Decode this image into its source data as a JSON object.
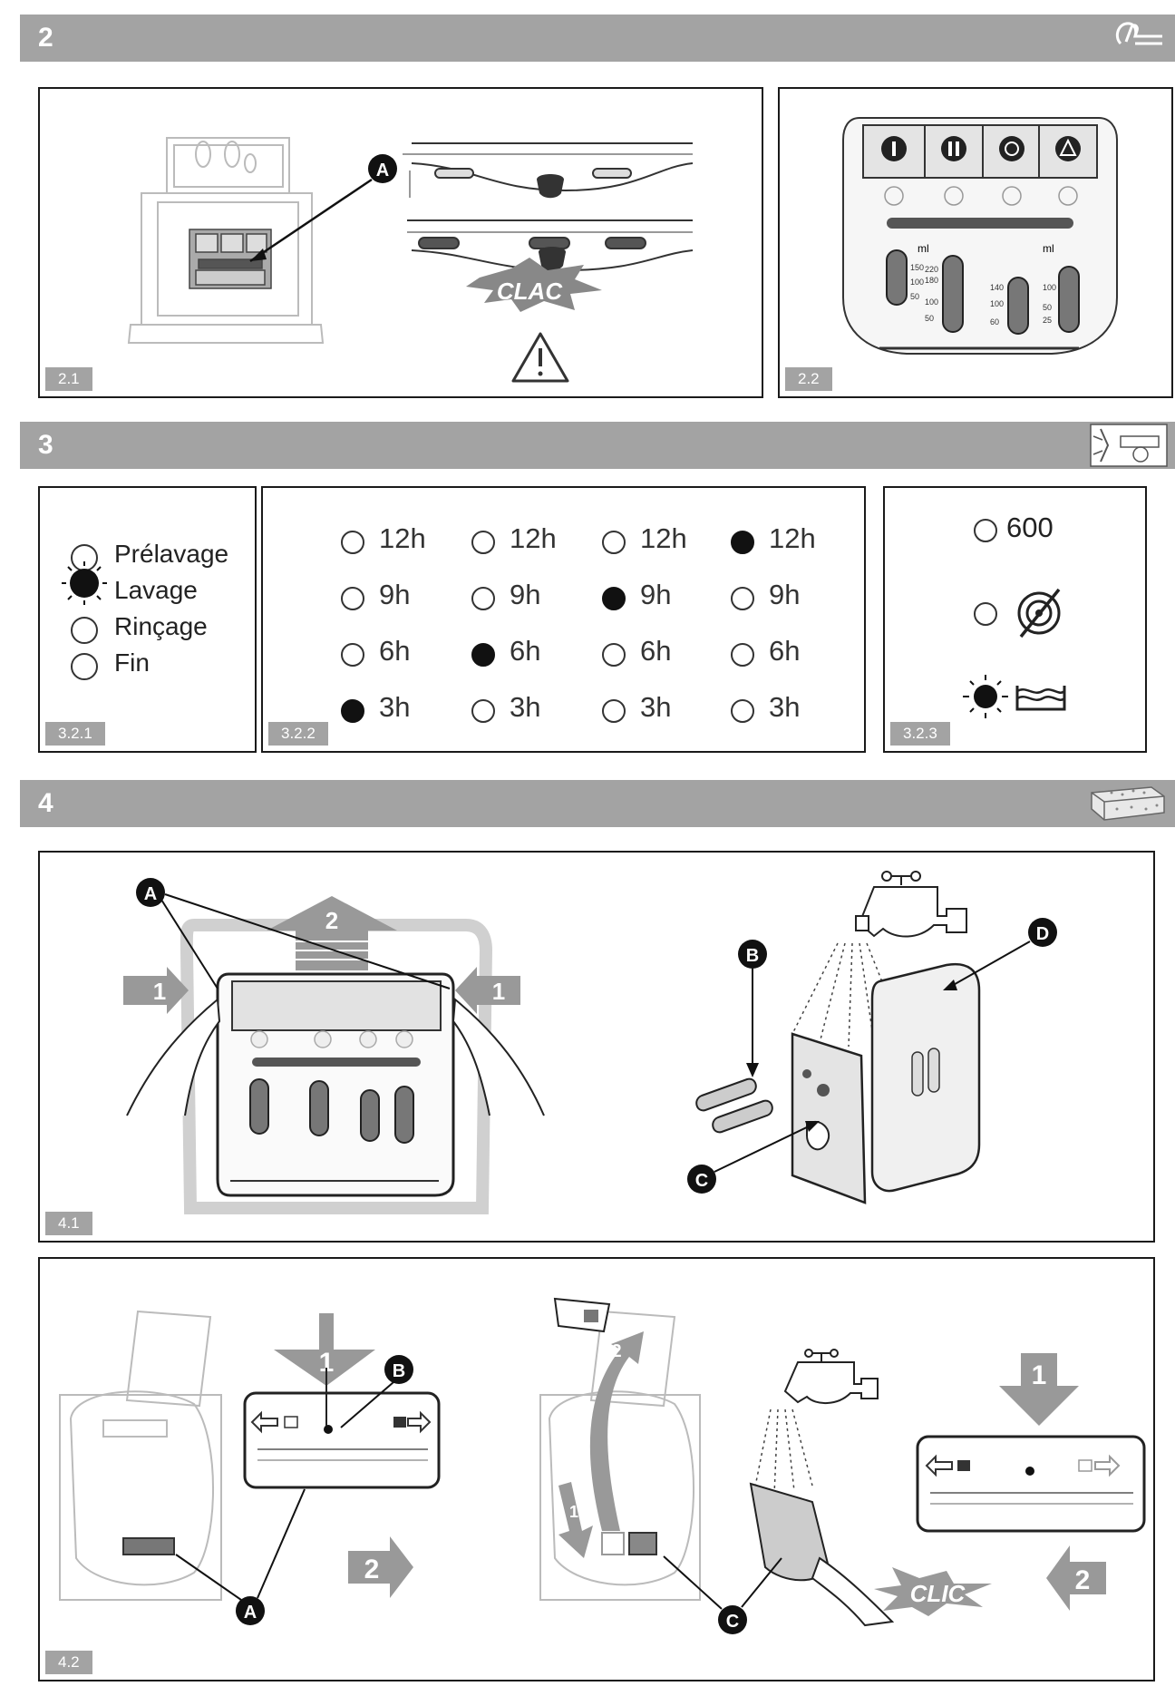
{
  "sections": [
    {
      "number": "2",
      "icon": "hand-pointer-icon"
    },
    {
      "number": "3",
      "icon": "control-panel-light-icon"
    },
    {
      "number": "4",
      "icon": "sponge-icon"
    }
  ],
  "figures": {
    "f21": {
      "tag": "2.1",
      "callout_a": "A",
      "clac": "CLAC"
    },
    "f22": {
      "tag": "2.2",
      "ml_left": "ml",
      "ml_right": "ml",
      "scale_left_a": [
        "150",
        "100",
        "50"
      ],
      "scale_left_b": [
        "220",
        "180",
        "100",
        "50"
      ],
      "scale_right_a": [
        "140",
        "100",
        "60"
      ],
      "scale_right_b": [
        "100",
        "50",
        "25"
      ]
    },
    "f321": {
      "tag": "3.2.1",
      "items": [
        {
          "label": "Prélavage",
          "state": "off"
        },
        {
          "label": "Lavage",
          "state": "blink"
        },
        {
          "label": "Rinçage",
          "state": "off"
        },
        {
          "label": "Fin",
          "state": "off"
        }
      ]
    },
    "f322": {
      "tag": "3.2.2",
      "rows": [
        [
          "12h",
          "12h",
          "12h",
          "12h"
        ],
        [
          "9h",
          "9h",
          "9h",
          "9h"
        ],
        [
          "6h",
          "6h",
          "6h",
          "6h"
        ],
        [
          "3h",
          "3h",
          "3h",
          "3h"
        ]
      ],
      "active": [
        [
          3
        ],
        [
          2
        ],
        [
          1
        ],
        [
          0
        ]
      ]
    },
    "f323": {
      "tag": "3.2.3",
      "speed": "600"
    },
    "f41": {
      "tag": "4.1",
      "A": "A",
      "B": "B",
      "C": "C",
      "D": "D",
      "step1": "1",
      "step2": "2"
    },
    "f42": {
      "tag": "4.2",
      "A": "A",
      "B": "B",
      "C": "C",
      "step1": "1",
      "step2": "2",
      "clic": "CLIC"
    }
  }
}
